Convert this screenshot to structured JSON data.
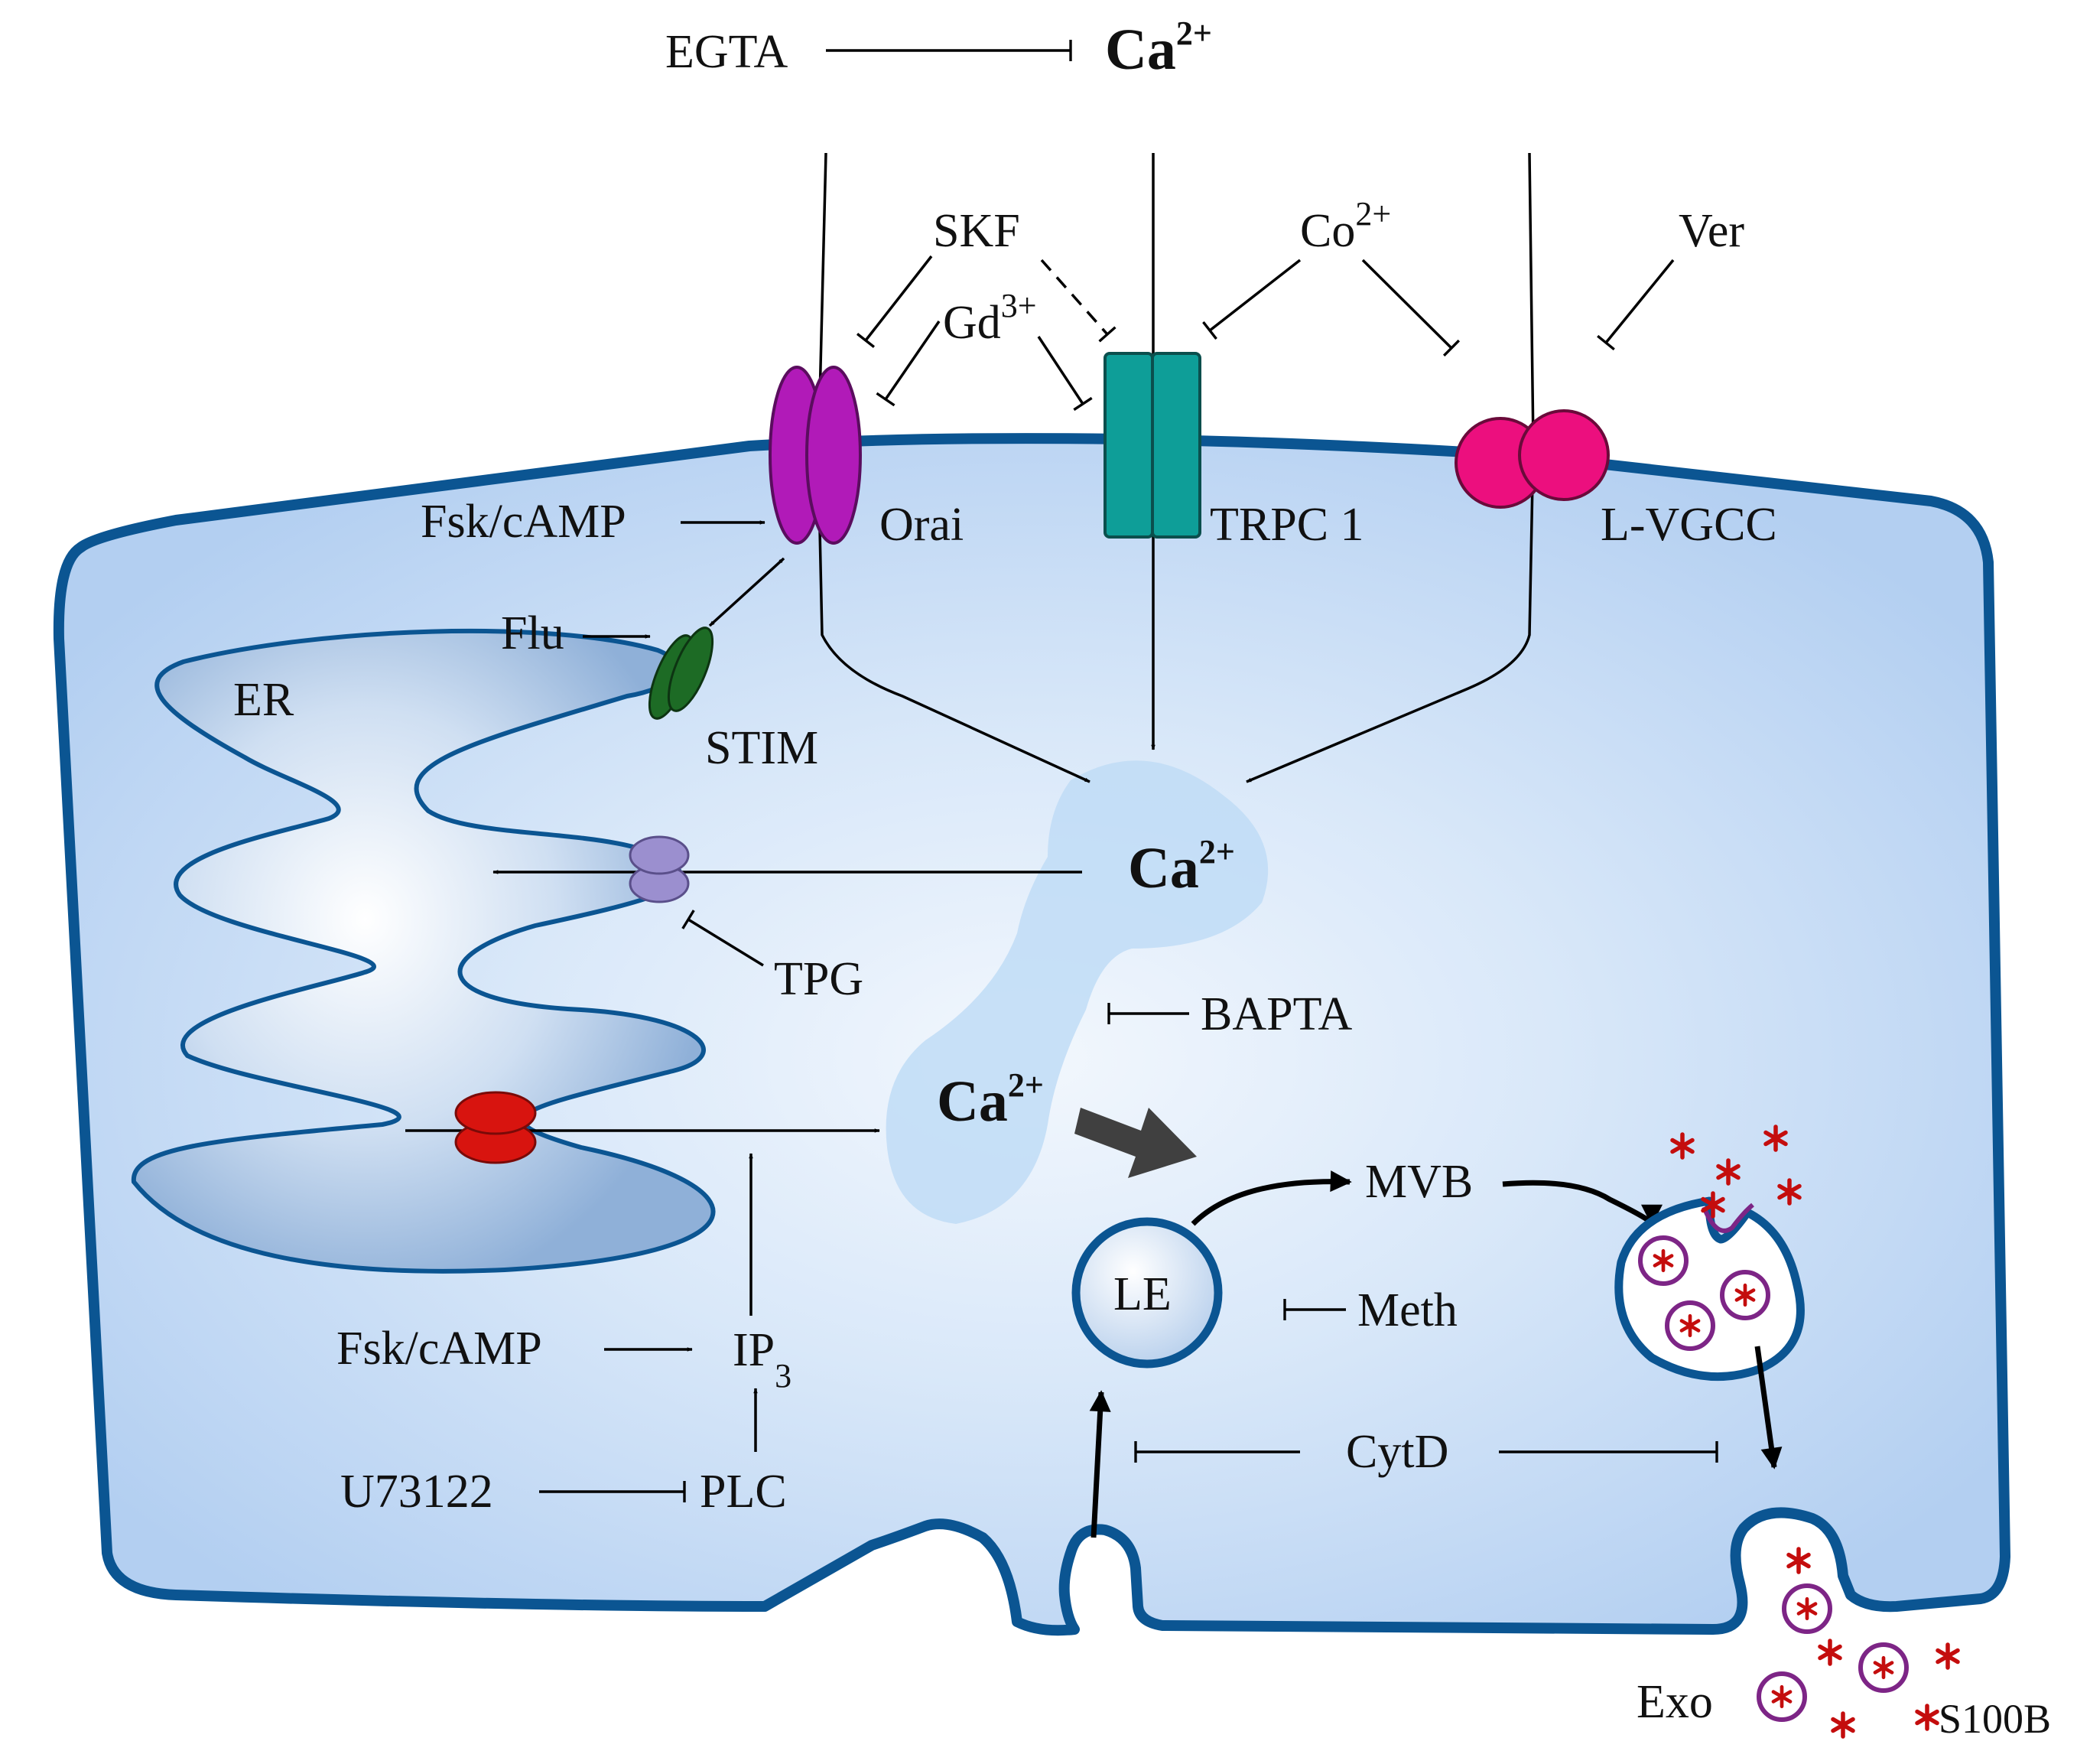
{
  "colors": {
    "cell_fill": "#c5dcf6",
    "membrane": "#0b5592",
    "orai": "#b11ab8",
    "trpc1": "#0e9e98",
    "lvgcc": "#ec0f7e",
    "stim": "#1d6b25",
    "serca": "#9b8fcf",
    "ip3r": "#d8140f",
    "s100b": "#c40d0d",
    "exosome": "#7d2586"
  },
  "extracellular": {
    "egta": "EGTA",
    "ca_base": "Ca",
    "ca_sup": "2+"
  },
  "inhibitors": {
    "skf": "SKF",
    "gd_base": "Gd",
    "gd_sup": "3+",
    "co_base": "Co",
    "co_sup": "2+",
    "ver": "Ver"
  },
  "channels": {
    "orai": "Orai",
    "trpc1": "TRPC 1",
    "lvgcc": "L-VGCC",
    "stim": "STIM"
  },
  "er": {
    "label": "ER",
    "flu": "Flu",
    "tpg": "TPG"
  },
  "cytosol": {
    "ca1_base": "Ca",
    "ca1_sup": "2+",
    "bapta": "BAPTA",
    "ca2_base": "Ca",
    "ca2_sup": "2+"
  },
  "signaling": {
    "fsk_camp_top": "Fsk/cAMP",
    "fsk_camp_bottom": "Fsk/cAMP",
    "ip3_base": "IP",
    "ip3_sub": "3",
    "u73122": "U73122",
    "plc": "PLC"
  },
  "trafficking": {
    "le": "LE",
    "mvb": "MVB",
    "meth": "Meth",
    "cytd": "CytD",
    "exo": "Exo",
    "s100b": "S100B"
  }
}
